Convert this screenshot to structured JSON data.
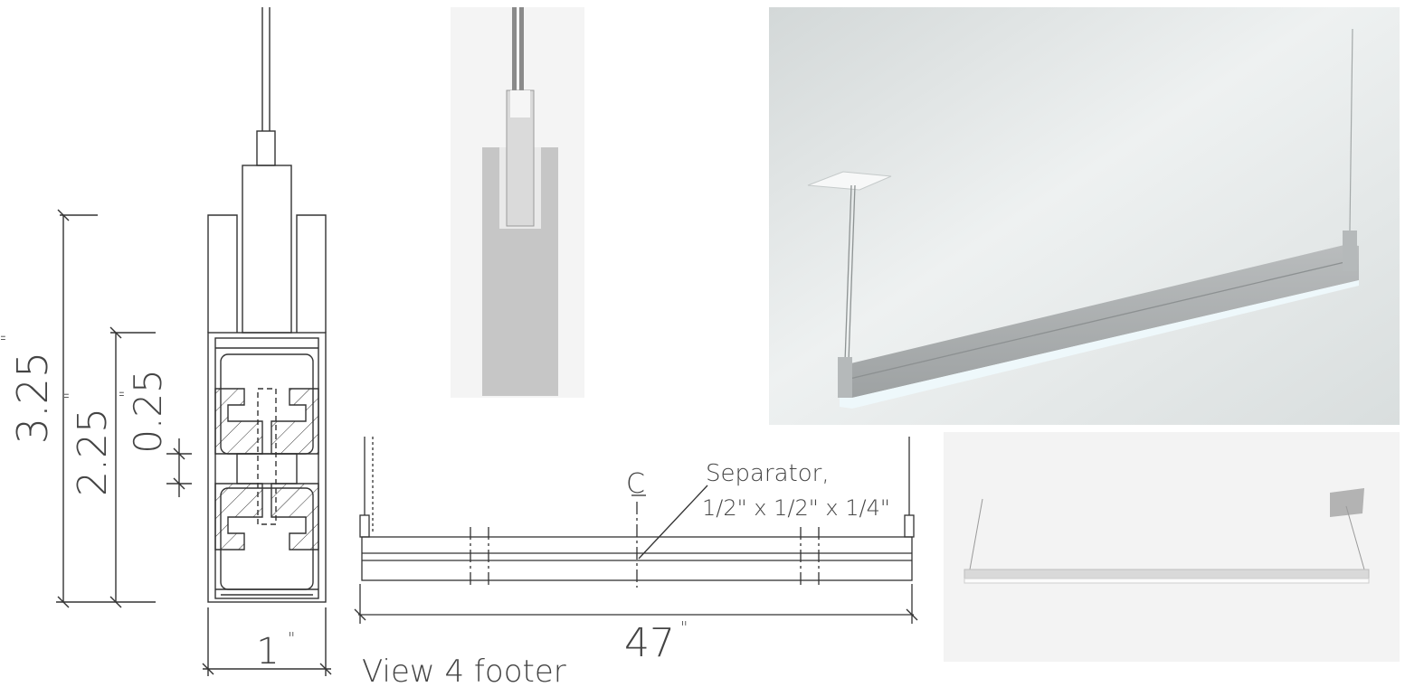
{
  "section_dims": {
    "height_total": "3.25",
    "height_body": "2.25",
    "gap": "0.25",
    "width": "1",
    "inch_mark": "\""
  },
  "elevation": {
    "length": "47",
    "centerline": "C",
    "separator_label": "Separator,",
    "separator_size": "1/2\" x 1/2\" x 1/4\"",
    "caption": "View 4 footer"
  },
  "colors": {
    "line": "#333333",
    "render_gray": "#c9c9c9",
    "ceiling": "#e6eaea"
  }
}
